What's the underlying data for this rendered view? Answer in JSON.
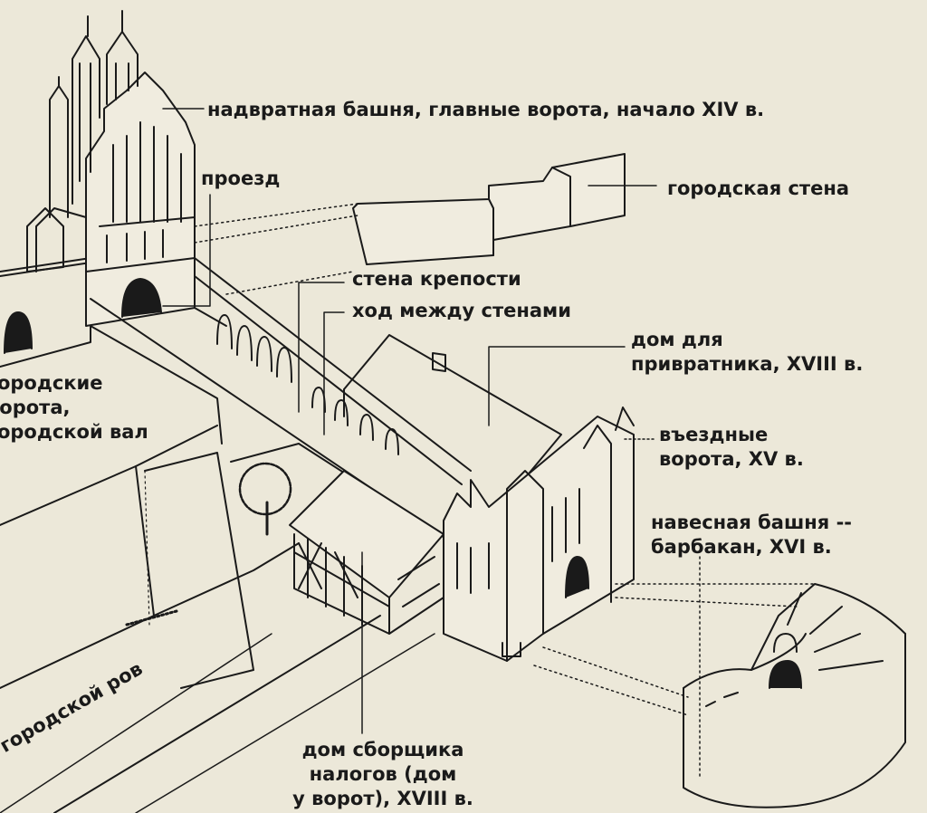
{
  "labels": {
    "gate_tower": "надвратная башня, главные ворота, начало XIV в.",
    "passage": "проезд",
    "city_wall": "городская стена",
    "fortress_wall": "стена крепости",
    "between_walls": "ход между стенами",
    "gatekeeper_house": [
      "дом для",
      "привратника, XVIII в."
    ],
    "city_gates": [
      "городские",
      "ворота,",
      "городской вал"
    ],
    "entry_gates": [
      "въездные",
      "ворота, XV в."
    ],
    "barbican": [
      "навесная башня --",
      "барбакан, XVI в."
    ],
    "moat": "городской ров",
    "tax_house": [
      "дом сборщика",
      "налогов (дом",
      "у ворот), XVIII в."
    ]
  },
  "colors": {
    "paper": "#ece8d9",
    "ink": "#1a1a1a"
  }
}
